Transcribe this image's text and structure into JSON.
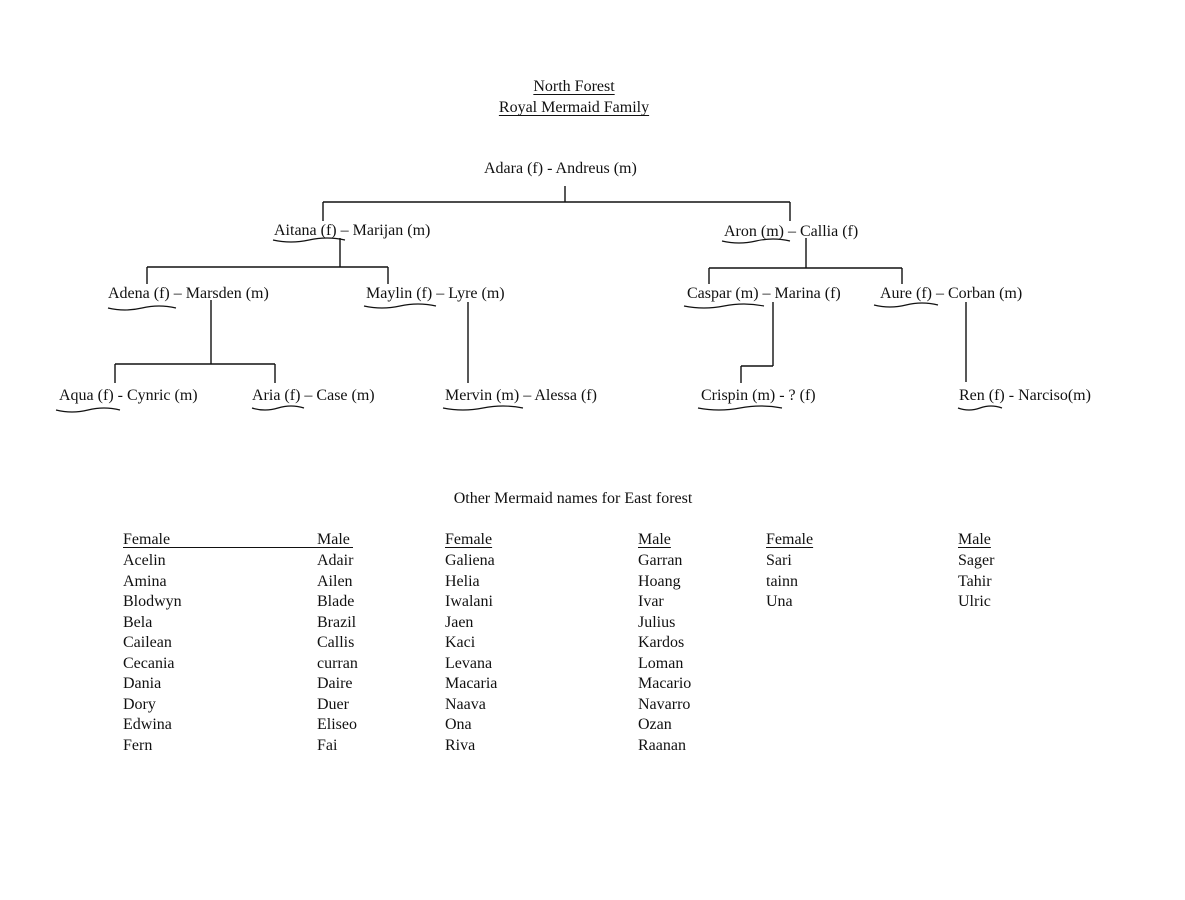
{
  "title": "North Forest",
  "subtitle": "Royal Mermaid Family",
  "tree": {
    "root": "Adara (f)  -  Andreus (m)",
    "gen2_left": "Aitana (f) – Marijan (m)",
    "gen2_right": "Aron (m) – Callia (f)",
    "gen3_adena": "Adena (f) – Marsden (m)",
    "gen3_maylin": "Maylin (f) – Lyre (m)",
    "gen3_caspar": "Caspar (m) – Marina (f)",
    "gen3_aure": "Aure (f) – Corban (m)",
    "gen4_aqua": "Aqua (f) - Cynric (m)",
    "gen4_aria": "Aria (f) – Case (m)",
    "gen4_mervin": "Mervin (m) – Alessa (f)",
    "gen4_crispin": "Crispin (m) - ? (f)",
    "gen4_ren": "Ren (f) - Narciso(m)"
  },
  "names_section": {
    "heading": "Other Mermaid names for East forest",
    "groups": [
      {
        "female_header": "Female",
        "male_header": "Male",
        "female": [
          "Acelin",
          "Amina",
          "Blodwyn",
          "Bela",
          "Cailean",
          "Cecania",
          "Dania",
          "Dory",
          "Edwina",
          "Fern"
        ],
        "male": [
          "Adair",
          "Ailen",
          "Blade",
          "Brazil",
          "Callis",
          "curran",
          "Daire",
          "Duer",
          "Eliseo",
          "Fai"
        ]
      },
      {
        "female_header": "Female",
        "male_header": "Male",
        "female": [
          "Galiena",
          "Helia",
          "Iwalani",
          "Jaen",
          "Kaci",
          "Levana",
          "Macaria",
          "Naava",
          "Ona",
          "Riva"
        ],
        "male": [
          "Garran",
          "Hoang",
          "Ivar",
          "Julius",
          "Kardos",
          "Loman",
          "Macario",
          "Navarro",
          "Ozan",
          "Raanan"
        ]
      },
      {
        "female_header": "Female",
        "male_header": "Male",
        "female": [
          "Sari",
          "tainn",
          "Una"
        ],
        "male": [
          "Sager",
          "Tahir",
          "Ulric"
        ]
      }
    ]
  }
}
